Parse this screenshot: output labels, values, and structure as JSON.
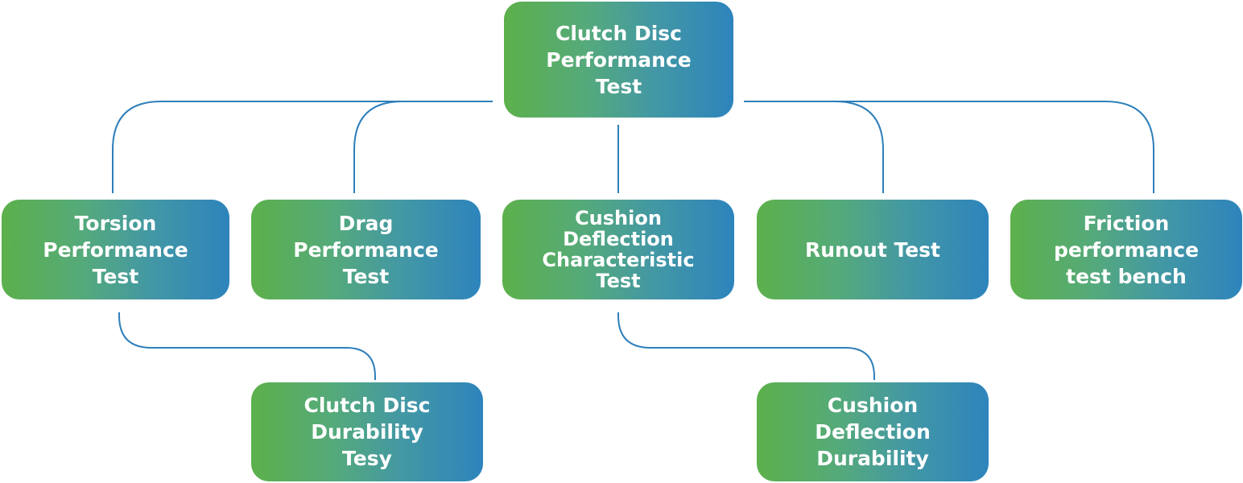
{
  "diagram": {
    "title": "Clutch Disc Performance Test",
    "colors": {
      "gradient_start": "#5cb04b",
      "gradient_end": "#2d84bc",
      "connector": "#2e7fba",
      "text": "#ffffff"
    },
    "root": {
      "id": "root",
      "label": "Clutch Disc\nPerformance\nTest"
    },
    "level1": [
      {
        "id": "torsion",
        "label": "Torsion\nPerformance\nTest"
      },
      {
        "id": "drag",
        "label": "Drag\nPerformance\nTest"
      },
      {
        "id": "cushion-characteristic",
        "label": "Cushion\nDeflection\nCharacteristic\nTest"
      },
      {
        "id": "runout",
        "label": "Runout Test"
      },
      {
        "id": "friction",
        "label": "Friction\nperformance\ntest bench"
      }
    ],
    "level2": [
      {
        "id": "clutch-durability",
        "parent": "torsion",
        "label": "Clutch Disc\nDurability\nTesy"
      },
      {
        "id": "cushion-durability",
        "parent": "cushion-characteristic",
        "label": "Cushion\nDeflection\nDurability"
      }
    ],
    "edges": [
      [
        "root",
        "torsion"
      ],
      [
        "root",
        "drag"
      ],
      [
        "root",
        "cushion-characteristic"
      ],
      [
        "root",
        "runout"
      ],
      [
        "root",
        "friction"
      ],
      [
        "torsion",
        "clutch-durability"
      ],
      [
        "cushion-characteristic",
        "cushion-durability"
      ]
    ]
  }
}
